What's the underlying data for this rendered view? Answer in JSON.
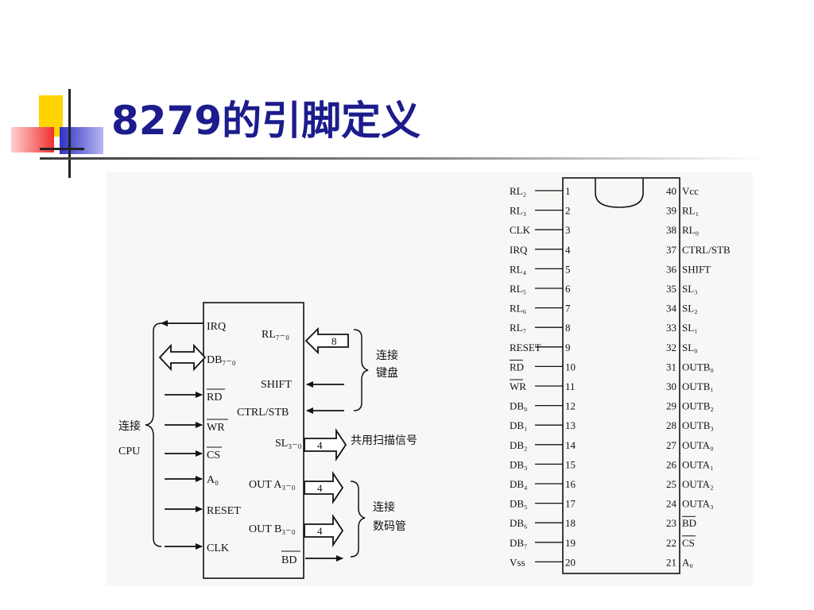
{
  "slide": {
    "title": "8279的引脚定义"
  },
  "block_diagram": {
    "left_pins": [
      "IRQ",
      "DB₇₋₀",
      "RD",
      "WR",
      "CS",
      "A₀",
      "RESET",
      "CLK"
    ],
    "right_pins": [
      "RL₇₋₀",
      "SHIFT",
      "CTRL/STB",
      "SL₃₋₀",
      "OUT A₃₋₀",
      "OUT B₃₋₀",
      "BD"
    ],
    "bus_widths": [
      "8",
      "4",
      "4",
      "4"
    ],
    "cpu_label_1": "连接",
    "cpu_label_2": "CPU",
    "keyboard_label_1": "连接",
    "keyboard_label_2": "键盘",
    "scan_label": "共用扫描信号",
    "display_label_1": "连接",
    "display_label_2": "数码管"
  },
  "pinout": {
    "left": [
      {
        "num": "1",
        "name": "RL₂"
      },
      {
        "num": "2",
        "name": "RL₃"
      },
      {
        "num": "3",
        "name": "CLK"
      },
      {
        "num": "4",
        "name": "IRQ"
      },
      {
        "num": "5",
        "name": "RL₄"
      },
      {
        "num": "6",
        "name": "RL₅"
      },
      {
        "num": "7",
        "name": "RL₆"
      },
      {
        "num": "8",
        "name": "RL₇"
      },
      {
        "num": "9",
        "name": "RESET"
      },
      {
        "num": "10",
        "name": "RD"
      },
      {
        "num": "11",
        "name": "WR"
      },
      {
        "num": "12",
        "name": "DB₀"
      },
      {
        "num": "13",
        "name": "DB₁"
      },
      {
        "num": "14",
        "name": "DB₂"
      },
      {
        "num": "15",
        "name": "DB₃"
      },
      {
        "num": "16",
        "name": "DB₄"
      },
      {
        "num": "17",
        "name": "DB₅"
      },
      {
        "num": "18",
        "name": "DB₆"
      },
      {
        "num": "19",
        "name": "DB₇"
      },
      {
        "num": "20",
        "name": "Vss"
      }
    ],
    "right": [
      {
        "num": "40",
        "name": "Vcc"
      },
      {
        "num": "39",
        "name": "RL₁"
      },
      {
        "num": "38",
        "name": "RL₀"
      },
      {
        "num": "37",
        "name": "CTRL/STB"
      },
      {
        "num": "36",
        "name": "SHIFT"
      },
      {
        "num": "35",
        "name": "SL₃"
      },
      {
        "num": "34",
        "name": "SL₂"
      },
      {
        "num": "33",
        "name": "SL₁"
      },
      {
        "num": "32",
        "name": "SL₀"
      },
      {
        "num": "31",
        "name": "OUTB₀"
      },
      {
        "num": "30",
        "name": "OUTB₁"
      },
      {
        "num": "29",
        "name": "OUTB₂"
      },
      {
        "num": "28",
        "name": "OUTB₃"
      },
      {
        "num": "27",
        "name": "OUTA₀"
      },
      {
        "num": "26",
        "name": "OUTA₁"
      },
      {
        "num": "25",
        "name": "OUTA₂"
      },
      {
        "num": "24",
        "name": "OUTA₃"
      },
      {
        "num": "23",
        "name": "BD"
      },
      {
        "num": "22",
        "name": "CS"
      },
      {
        "num": "21",
        "name": "A₀"
      }
    ]
  }
}
